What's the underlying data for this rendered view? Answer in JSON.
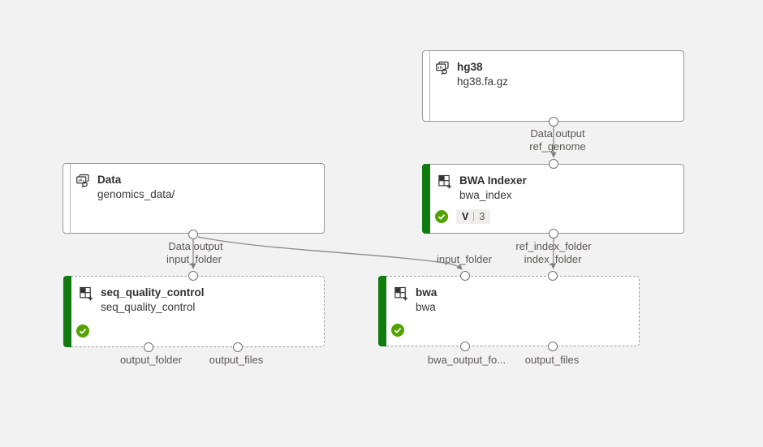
{
  "colors": {
    "canvas_bg": "#f2f2f2",
    "node_bg": "#ffffff",
    "node_border": "#9b9997",
    "accent_green": "#107C10",
    "success_green": "#52a302",
    "edge_gray": "#8a8a8a",
    "text_primary": "#323130",
    "text_secondary": "#5b5855"
  },
  "nodes": {
    "hg38": {
      "title": "hg38",
      "subtitle": "hg38.fa.gz",
      "icon": "dataset-icon"
    },
    "data": {
      "title": "Data",
      "subtitle": "genomics_data/",
      "icon": "dataset-icon"
    },
    "bwa_indexer": {
      "title": "BWA Indexer",
      "subtitle": "bwa_index",
      "icon": "component-icon",
      "status": "completed",
      "version_label": "V",
      "version_number": "3"
    },
    "seq_quality_control": {
      "title": "seq_quality_control",
      "subtitle": "seq_quality_control",
      "icon": "component-icon",
      "status": "completed"
    },
    "bwa": {
      "title": "bwa",
      "subtitle": "bwa",
      "icon": "component-icon",
      "status": "completed"
    }
  },
  "port_labels": {
    "hg38_output_name": "Data output",
    "hg38_output_port": "ref_genome",
    "data_output_name": "Data output",
    "data_output_port": "input_folder",
    "bwa_input_folder": "input_folder",
    "indexer_output_name": "ref_index_folder",
    "indexer_output_port": "index_folder",
    "seq_output_folder": "output_folder",
    "seq_output_files": "output_files",
    "bwa_output_folder": "bwa_output_fo...",
    "bwa_output_files": "output_files"
  }
}
